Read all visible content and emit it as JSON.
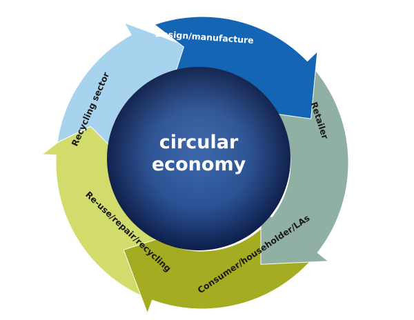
{
  "center": {
    "line1": "circular",
    "line2": "economy"
  },
  "segments": [
    {
      "key": "design",
      "label": "Design/manufacture",
      "color": "#1565b5"
    },
    {
      "key": "retailer",
      "label": "Retailer",
      "color": "#8fb0a2"
    },
    {
      "key": "consumer",
      "label": "Consumer/householder/LAs",
      "color": "#a4ac22"
    },
    {
      "key": "reuse",
      "label": "Re-use/repair/recycling",
      "color": "#d2dc6c"
    },
    {
      "key": "recycling",
      "label": "Recycling sector",
      "color": "#a8d3ef"
    }
  ],
  "colors": {
    "hub_inner": "#2a5aa3",
    "hub_outer": "#0e1f4a",
    "center_text": "#ffffff",
    "label_light": "#ffffff",
    "label_dark": "#1a1a1a"
  }
}
